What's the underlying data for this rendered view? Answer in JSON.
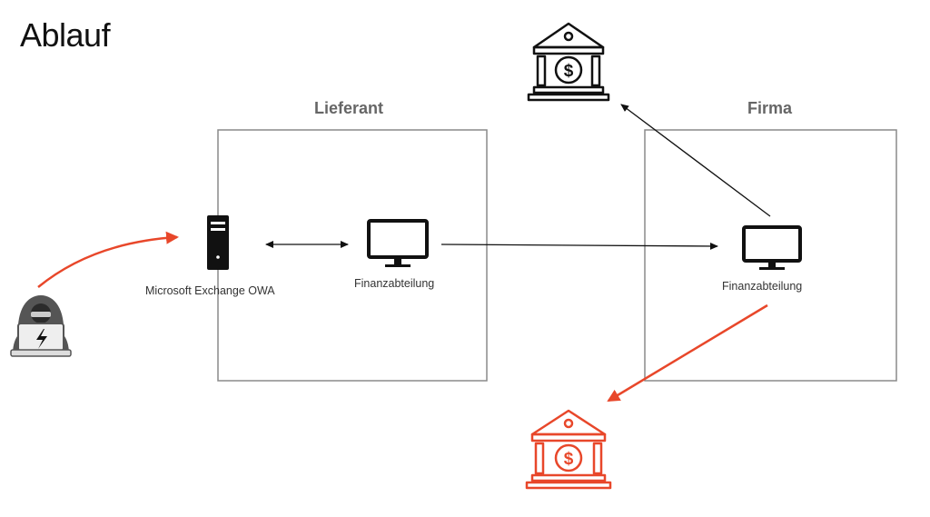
{
  "title": "Ablauf",
  "boxes": {
    "supplier": {
      "label": "Lieferant"
    },
    "company": {
      "label": "Firma"
    }
  },
  "nodes": {
    "exchange_server": {
      "label": "Microsoft Exchange OWA",
      "icon": "server-icon"
    },
    "supplier_finance": {
      "label": "Finanzabteilung",
      "icon": "monitor-icon"
    },
    "company_finance": {
      "label": "Finanzabteilung",
      "icon": "monitor-icon"
    },
    "attacker": {
      "icon": "hacker-icon"
    },
    "legit_bank": {
      "icon": "bank-icon"
    },
    "fraud_bank": {
      "icon": "bank-icon"
    }
  },
  "colors": {
    "accent": "#e8472a",
    "line": "#111111",
    "box_border": "#8a8a8a",
    "label_gray": "#666666"
  }
}
